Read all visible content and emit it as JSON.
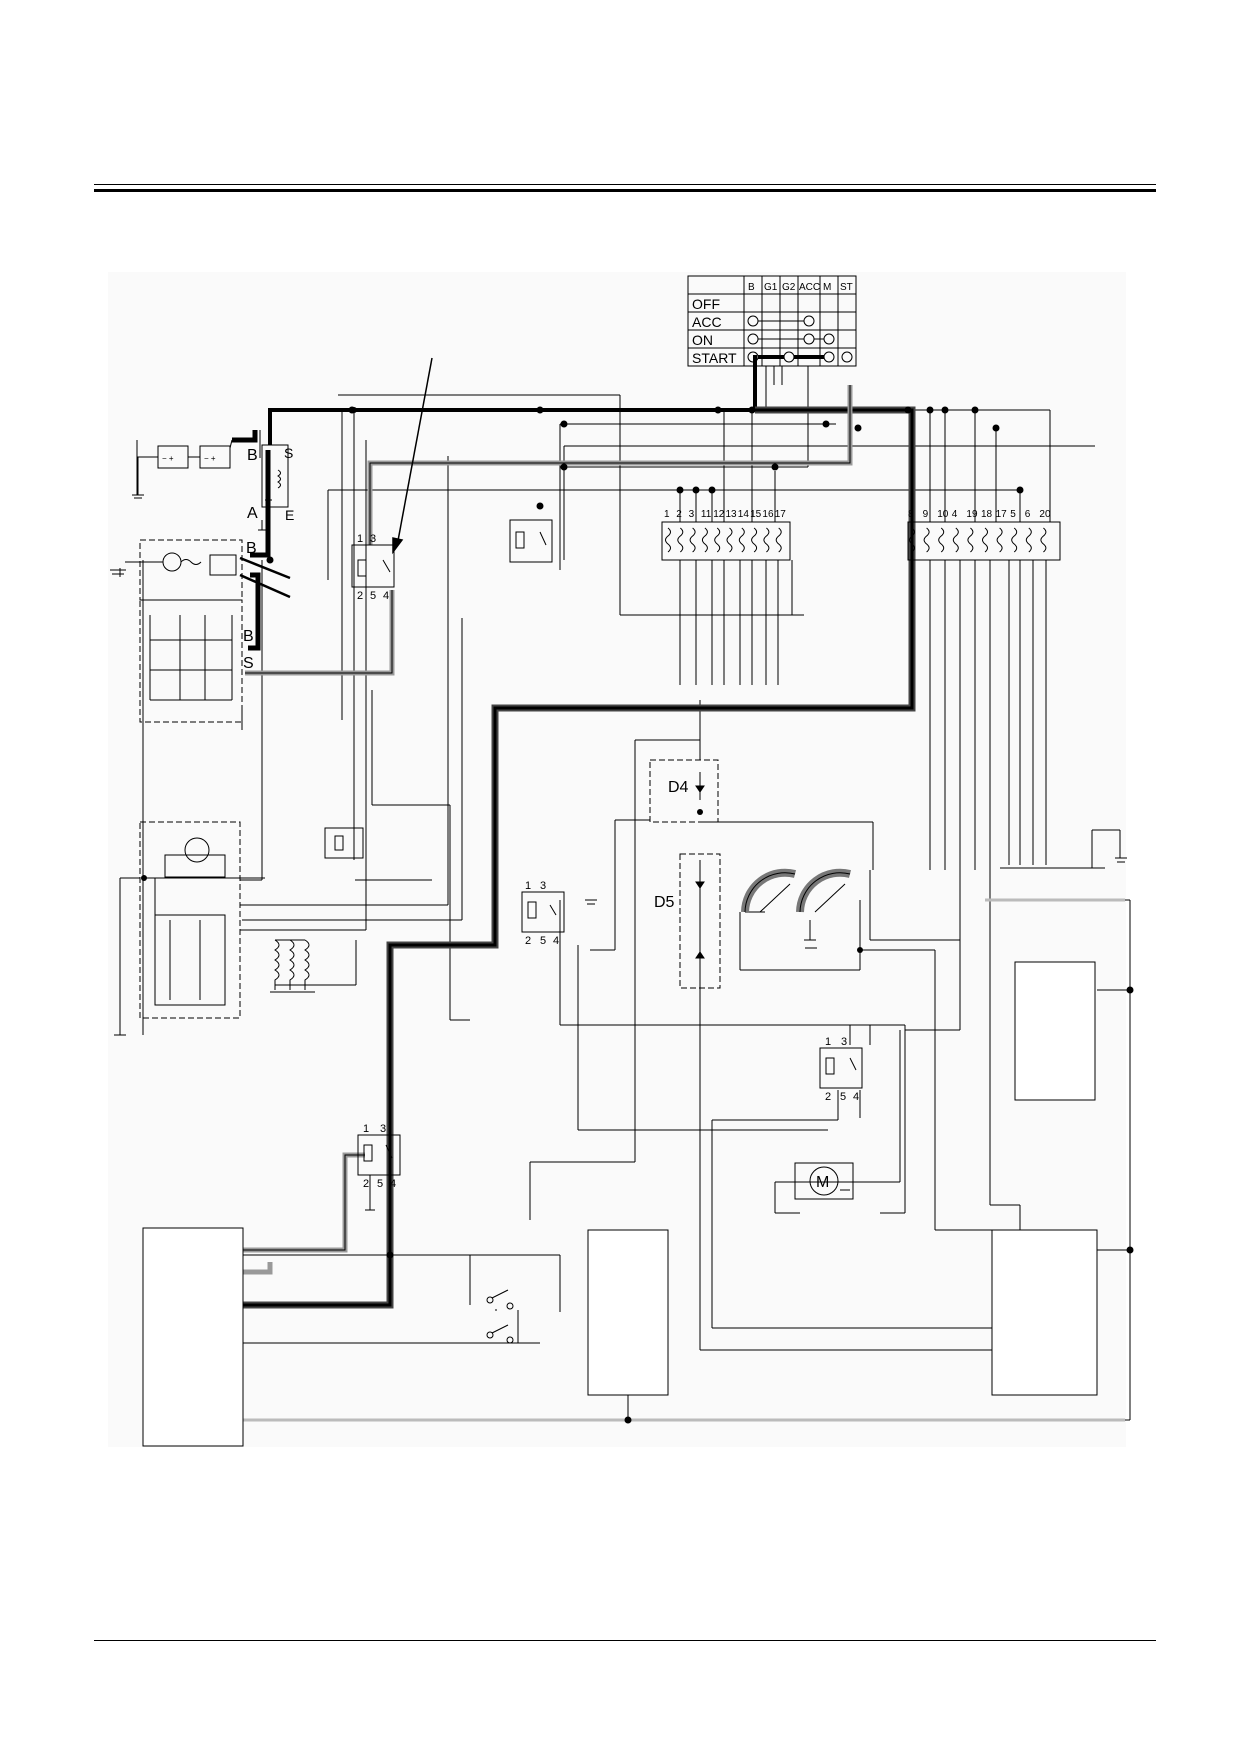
{
  "switch_table": {
    "columns": [
      "B",
      "G1",
      "G2",
      "ACC",
      "M",
      "ST"
    ],
    "positions": [
      "OFF",
      "ACC",
      "ON",
      "START"
    ]
  },
  "starter": {
    "b": "B",
    "s": "S",
    "a": "A",
    "e": "E"
  },
  "alternator": {
    "b": "B",
    "b2": "B",
    "s": "S"
  },
  "relay_pins": {
    "p1": "1",
    "p2": "2",
    "p3": "3",
    "p4": "4",
    "p5": "5"
  },
  "fuse_box_1": [
    "1",
    "2",
    "3",
    "11",
    "12",
    "13",
    "14",
    "15",
    "16",
    "17"
  ],
  "fuse_box_2": [
    "8",
    "9",
    "10",
    "4",
    "19",
    "18",
    "17",
    "5",
    "6",
    "20"
  ],
  "diode_groups": {
    "d4": "D4",
    "d5": "D5"
  },
  "motor": {
    "label": "M"
  }
}
